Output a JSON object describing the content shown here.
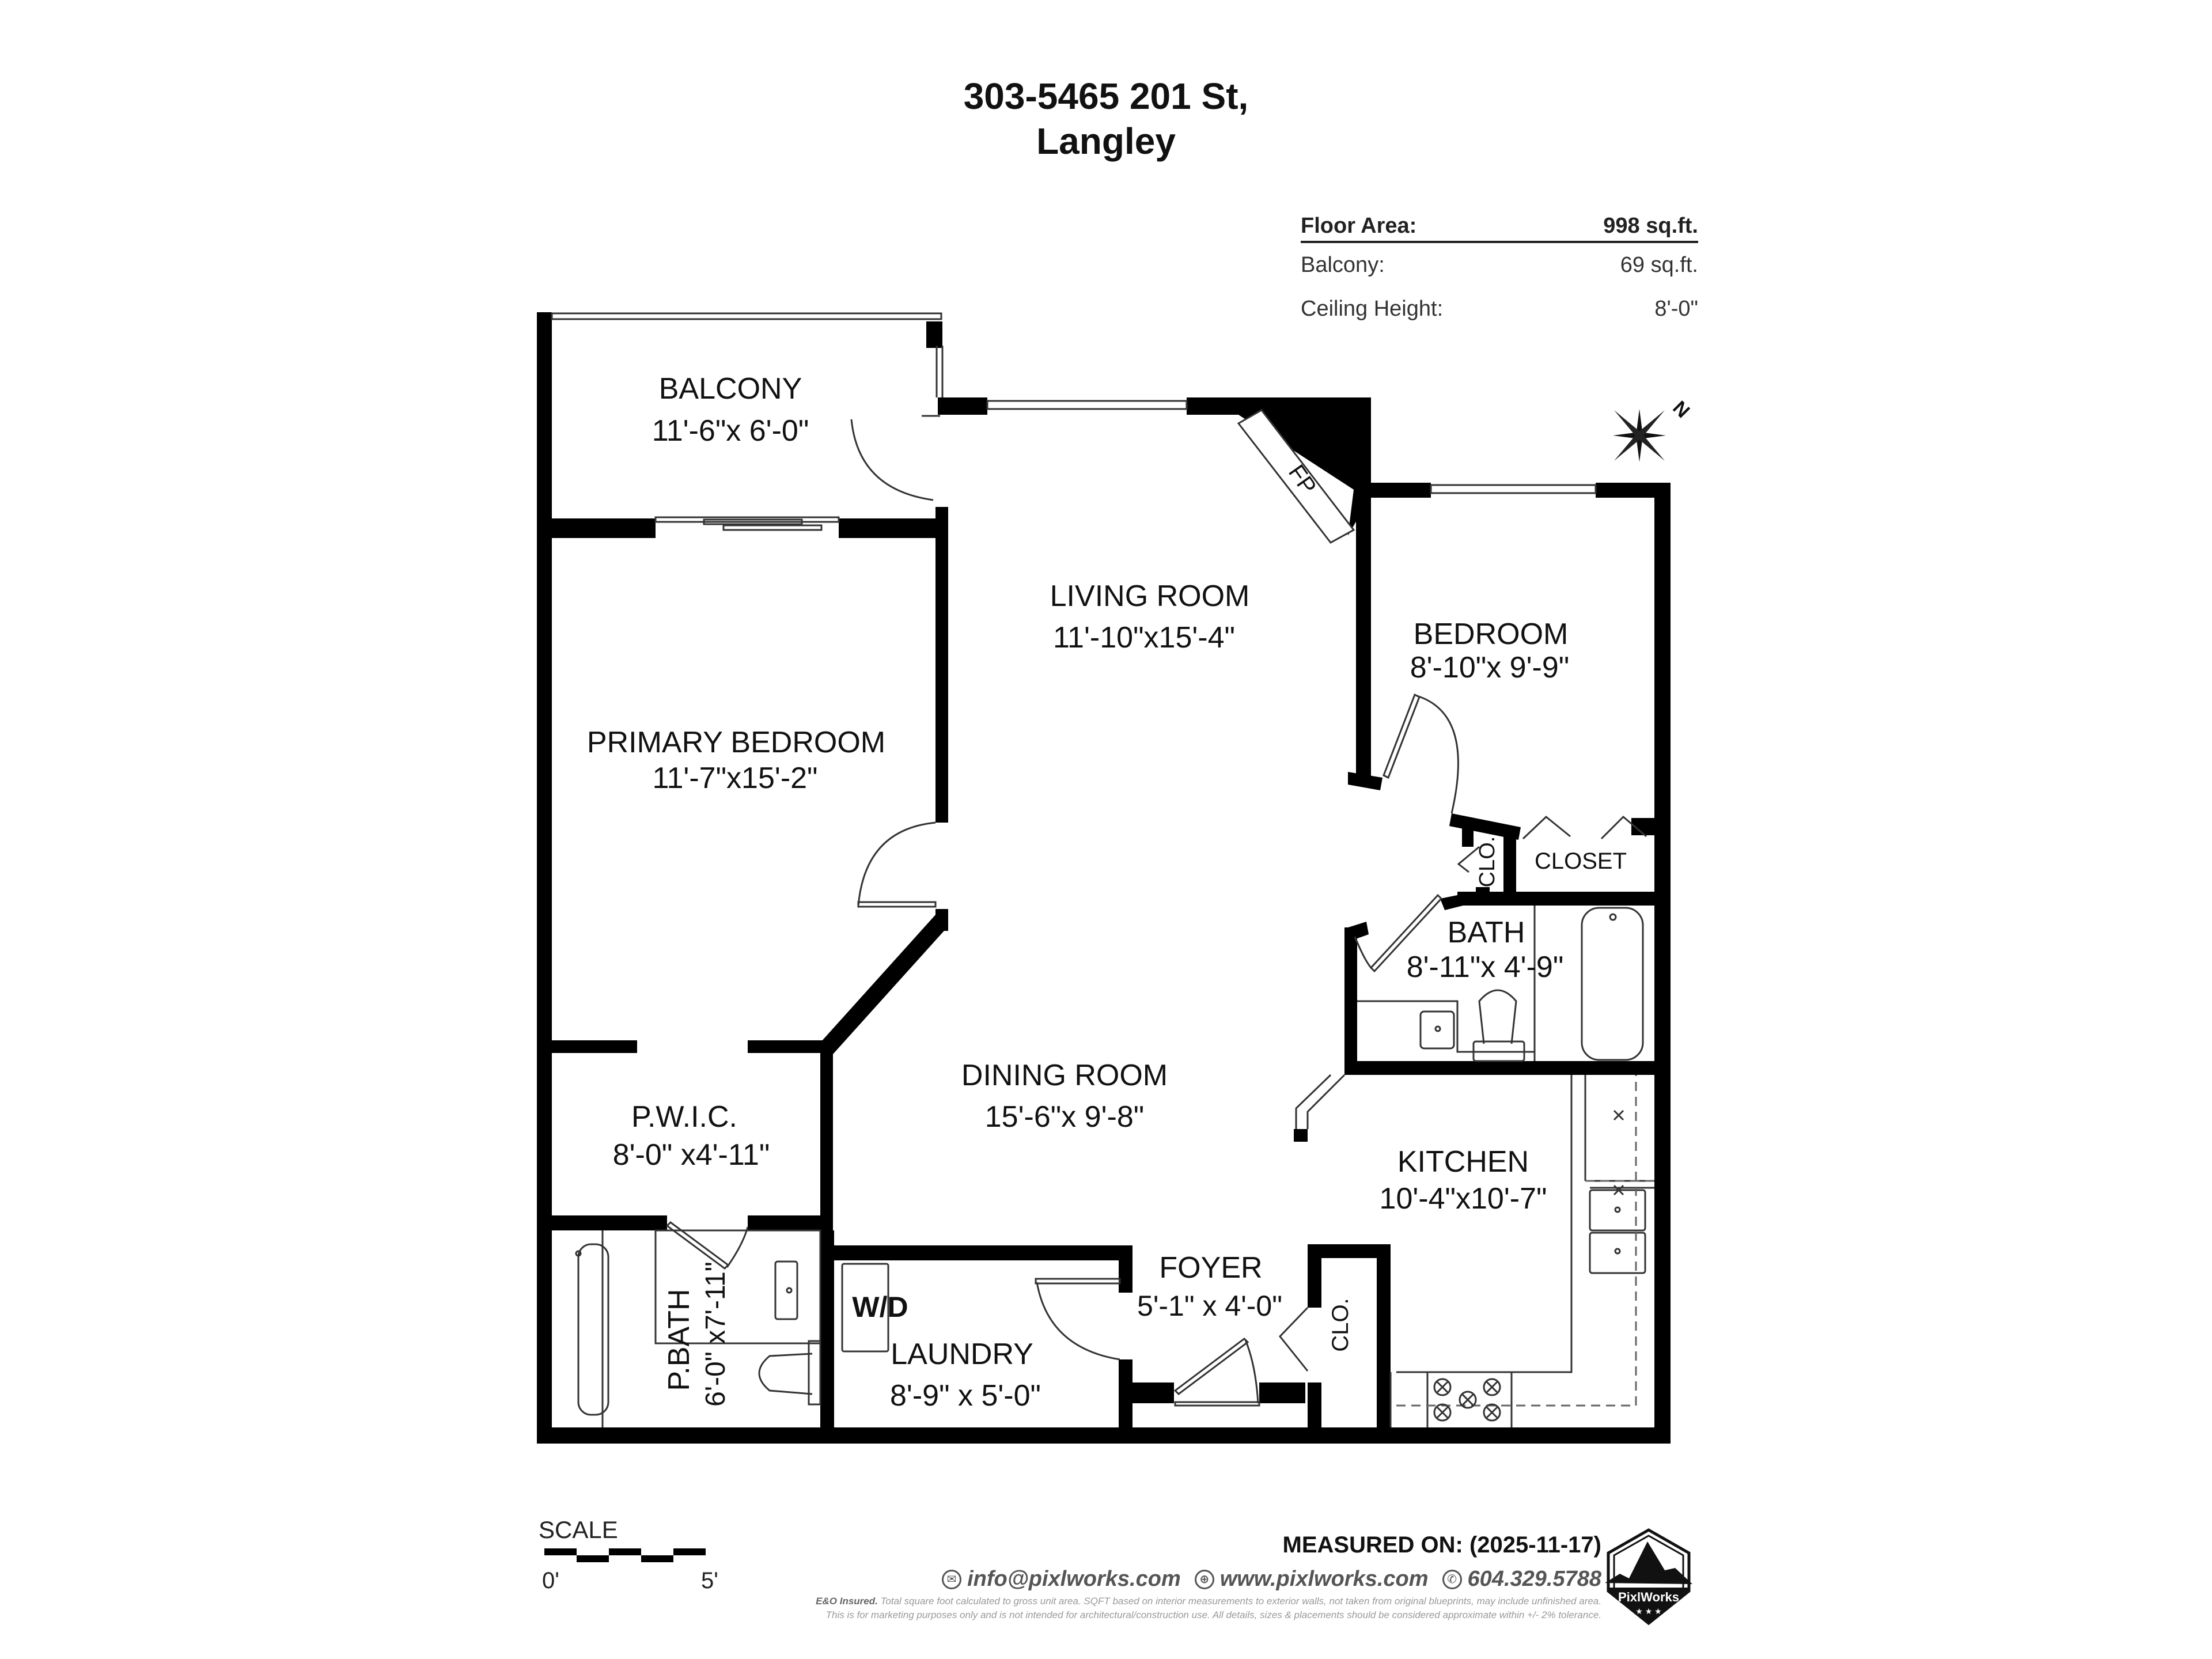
{
  "header": {
    "address_line1": "303-5465 201 St,",
    "address_line2": "Langley"
  },
  "stats": {
    "floor_area_label": "Floor Area:",
    "floor_area_value": "998 sq.ft.",
    "balcony_label": "Balcony:",
    "balcony_value": "69 sq.ft.",
    "ceiling_label": "Ceiling Height:",
    "ceiling_value": "8'-0\""
  },
  "rooms": {
    "balcony": {
      "name": "BALCONY",
      "dims": "11'-6\"x 6'-0\""
    },
    "living": {
      "name": "LIVING ROOM",
      "dims": "11'-10\"x15'-4\""
    },
    "bedroom": {
      "name": "BEDROOM",
      "dims": "8'-10\"x 9'-9\""
    },
    "primary_bedroom": {
      "name": "PRIMARY BEDROOM",
      "dims": "11'-7\"x15'-2\""
    },
    "closet": {
      "name": "CLOSET"
    },
    "clo_bedroom": {
      "name": "CLO."
    },
    "bath": {
      "name": "BATH",
      "dims": "8'-11\"x 4'-9\""
    },
    "dining": {
      "name": "DINING ROOM",
      "dims": "15'-6\"x 9'-8\""
    },
    "pwic": {
      "name": "P.W.I.C.",
      "dims": "8'-0\" x4'-11\""
    },
    "kitchen": {
      "name": "KITCHEN",
      "dims": "10'-4\"x10'-7\""
    },
    "pbath": {
      "name": "P.BATH",
      "dims": "6'-0\" x7'-11\""
    },
    "wd": {
      "name": "W/D"
    },
    "laundry": {
      "name": "LAUNDRY",
      "dims": "8'-9\" x 5'-0\""
    },
    "foyer": {
      "name": "FOYER",
      "dims": "5'-1\" x 4'-0\""
    },
    "clo_foyer": {
      "name": "CLO."
    },
    "fp": {
      "name": "FP"
    }
  },
  "compass": {
    "north_label": "N"
  },
  "scale": {
    "title": "SCALE",
    "start": "0'",
    "end": "5'"
  },
  "footer": {
    "measured_on": "MEASURED ON: (2025-11-17)",
    "email": "info@pixlworks.com",
    "website": "www.pixlworks.com",
    "phone": "604.329.5788",
    "disclaimer_bold": "E&O Insured.",
    "disclaimer_line1": "Total square foot calculated to gross unit area. SQFT based on interior measurements to exterior walls, not taken from original blueprints, may include unfinished area.",
    "disclaimer_line2": "This is for marketing purposes only and is not intended for architectural/construction use.  All details, sizes & placements should be considered approximate within +/- 2% tolerance.",
    "logo_text": "PixlWorks"
  },
  "colors": {
    "wall": "#000000",
    "text": "#111111",
    "fixture_line": "#333333",
    "footer_gray": "#555555",
    "disclaimer_gray": "#999999"
  }
}
